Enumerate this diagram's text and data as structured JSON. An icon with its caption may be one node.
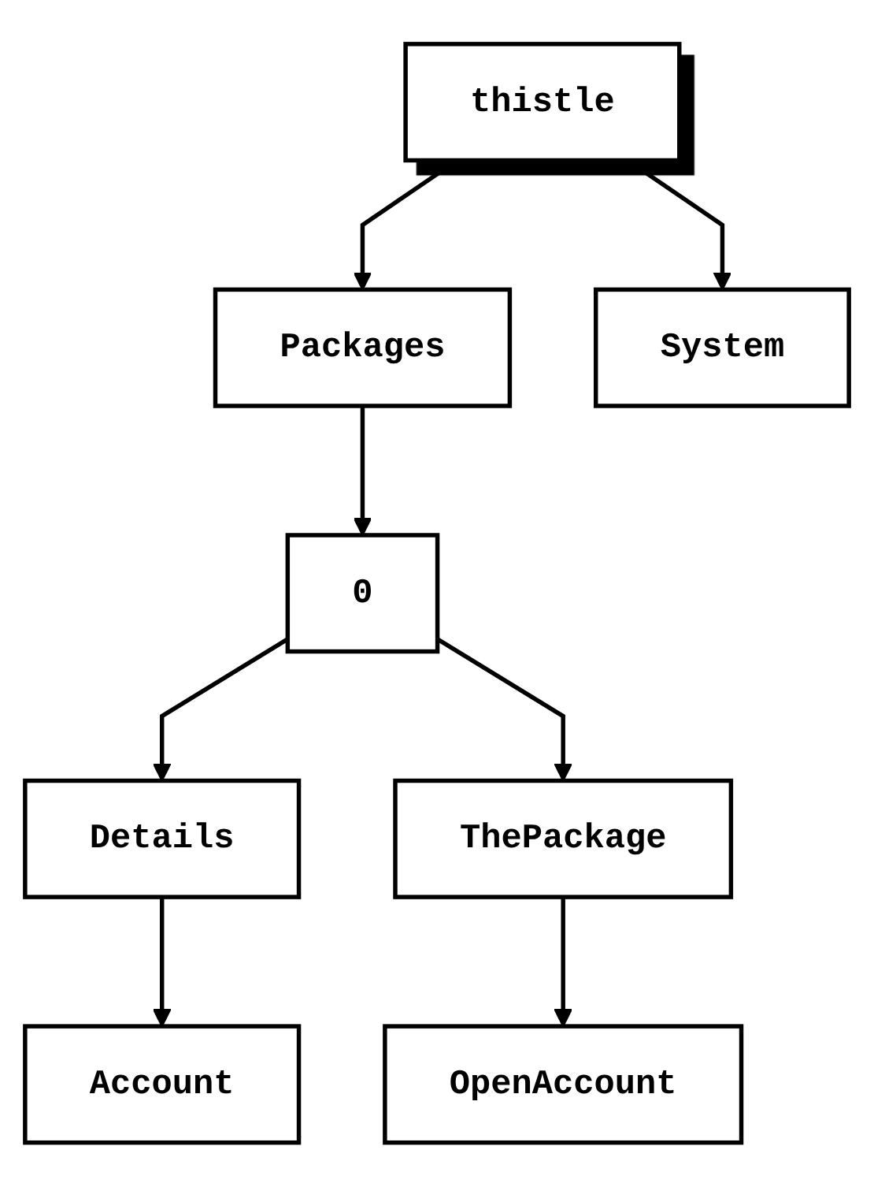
{
  "diagram": {
    "nodes": [
      {
        "text": [
          "thistle"
        ]
      },
      {
        "text": [
          "Packages"
        ]
      },
      {
        "text": [
          "System"
        ]
      },
      {
        "text": [
          "0"
        ]
      },
      {
        "text": [
          "Details"
        ]
      },
      {
        "text": [
          "ThePackage"
        ]
      },
      {
        "text": [
          "Account"
        ]
      },
      {
        "text": [
          "OpenAccount"
        ]
      }
    ],
    "edges": [
      {
        "from": 0,
        "to": 1,
        "arrow": "to"
      },
      {
        "from": 0,
        "to": 2,
        "arrow": "to"
      },
      {
        "from": 1,
        "to": 3,
        "arrow": "to"
      },
      {
        "from": 3,
        "to": 4,
        "arrow": "to"
      },
      {
        "from": 3,
        "to": 5,
        "arrow": "to"
      },
      {
        "from": 4,
        "to": 6,
        "arrow": "to"
      },
      {
        "from": 5,
        "to": 7,
        "arrow": "to"
      }
    ]
  }
}
